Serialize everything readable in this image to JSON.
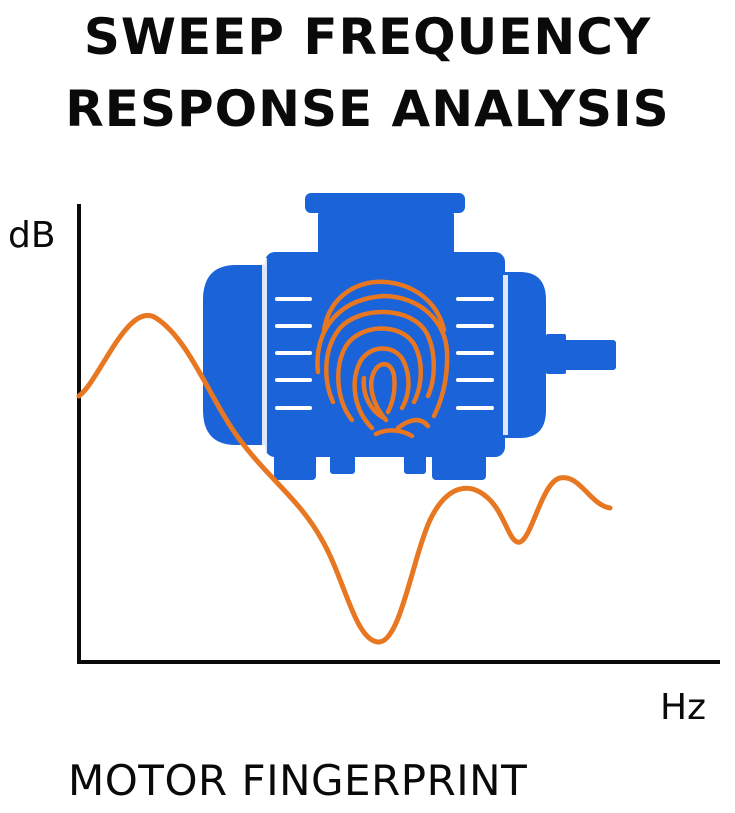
{
  "title": {
    "line1": "SWEEP FREQUENCY",
    "line2": "RESPONSE ANALYSIS"
  },
  "axes": {
    "y_label": "dB",
    "x_label": "Hz"
  },
  "footer": {
    "caption": "MOTOR FINGERPRINT"
  },
  "icons": {
    "motor": "electric-motor-icon",
    "fingerprint": "fingerprint-icon"
  },
  "colors": {
    "motor": "#1a63d8",
    "curve": "#e87722",
    "text": "#0a0a0a"
  }
}
